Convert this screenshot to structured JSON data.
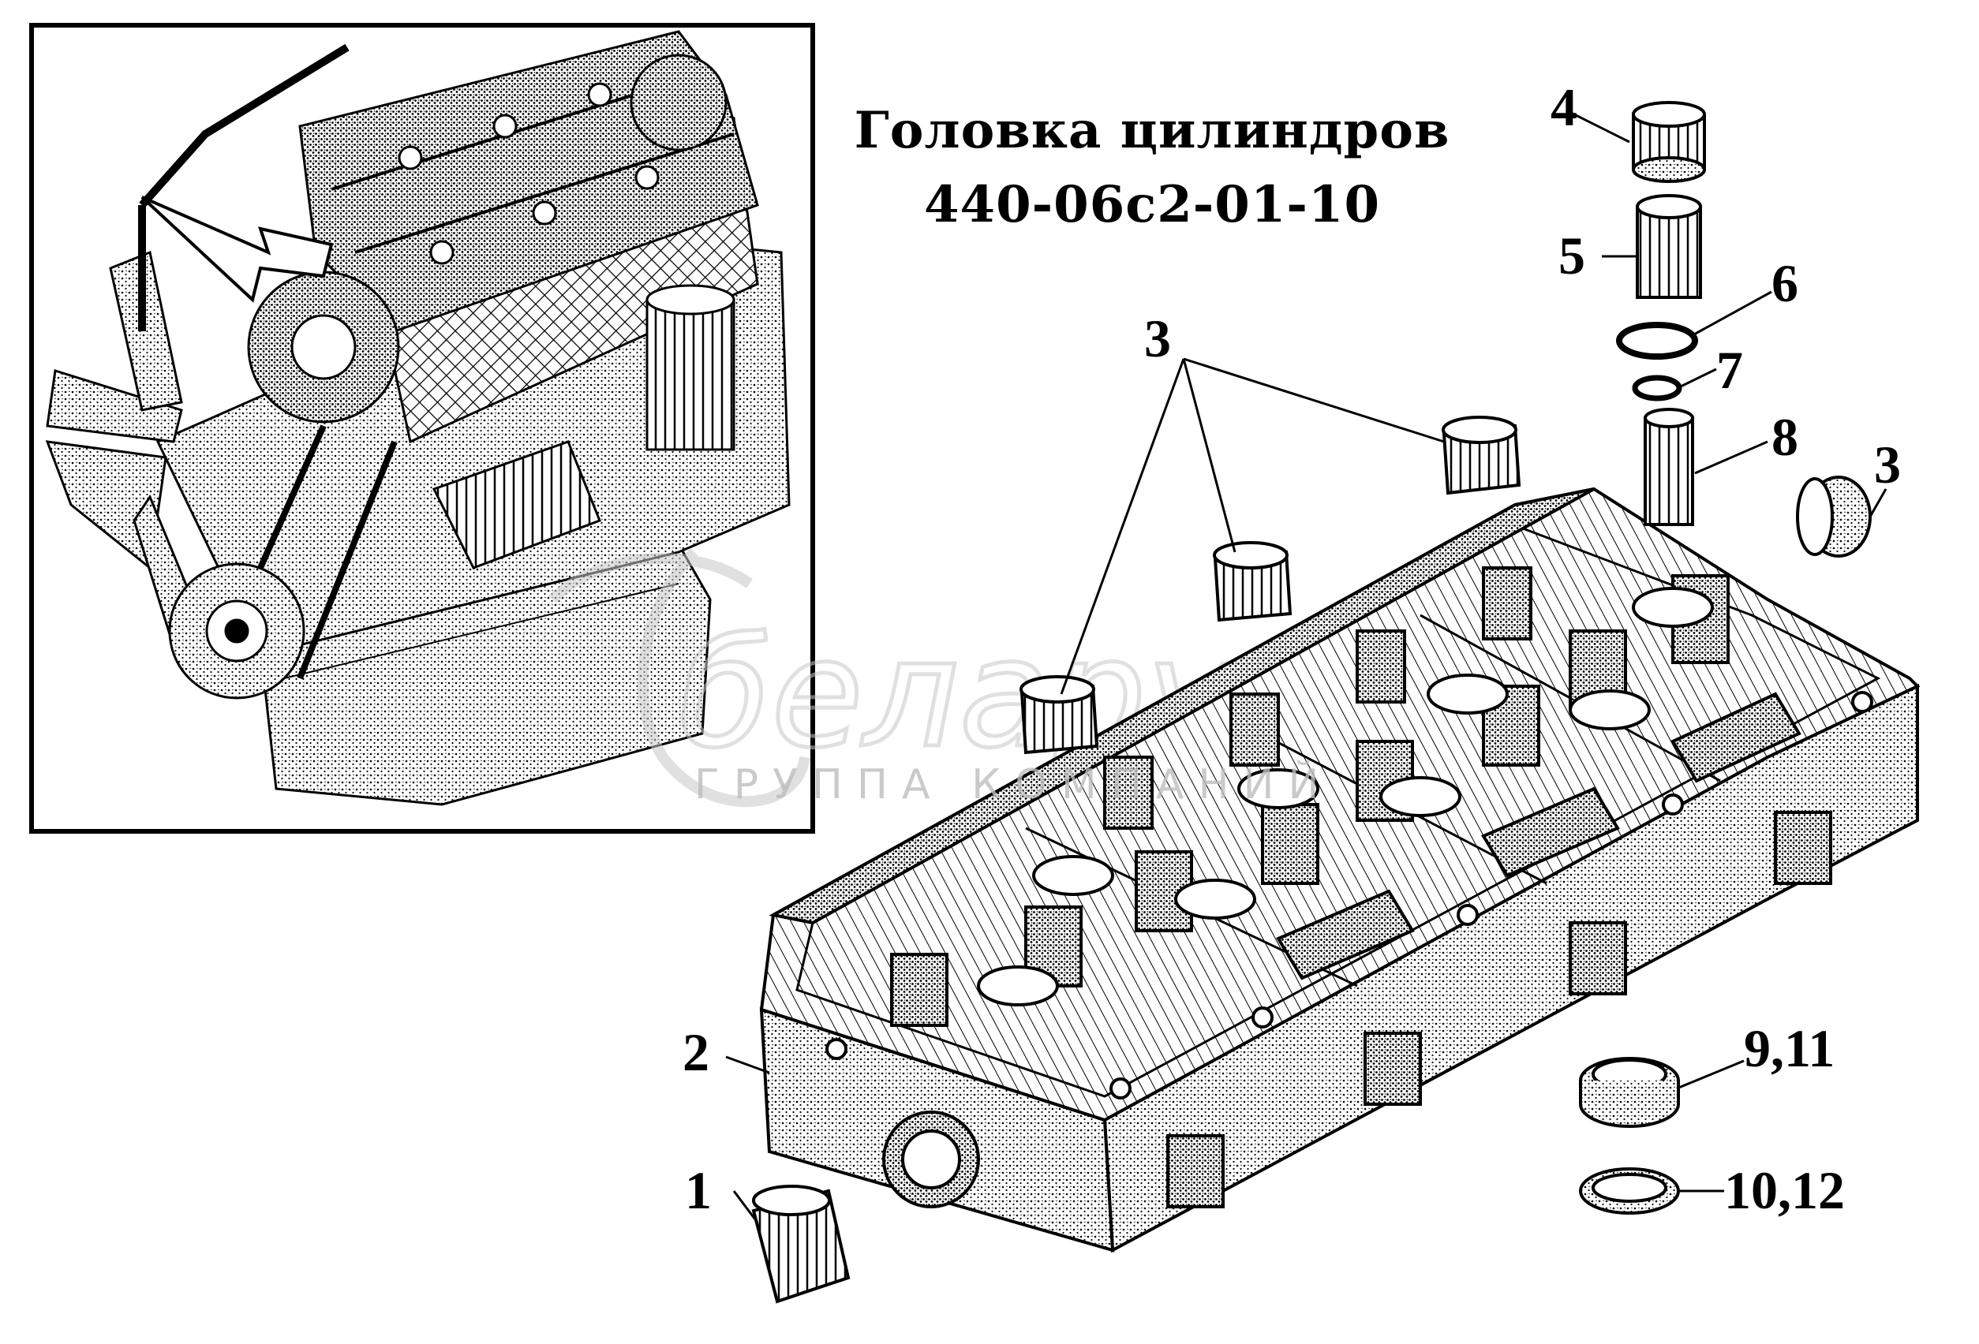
{
  "title": {
    "line1": "Головка цилиндров",
    "line2": "440-06с2-01-10"
  },
  "watermark": {
    "brand": "беларус",
    "tagline": "ГРУППА КОМПАНИЙ"
  },
  "callouts": {
    "c1": "1",
    "c2": "2",
    "c3a": "3",
    "c3b": "3",
    "c4": "4",
    "c5": "5",
    "c6": "6",
    "c7": "7",
    "c8": "8",
    "c9": "9,11",
    "c10": "10,12"
  },
  "colors": {
    "ink": "#000000",
    "watermark": "#c8c8c8"
  }
}
